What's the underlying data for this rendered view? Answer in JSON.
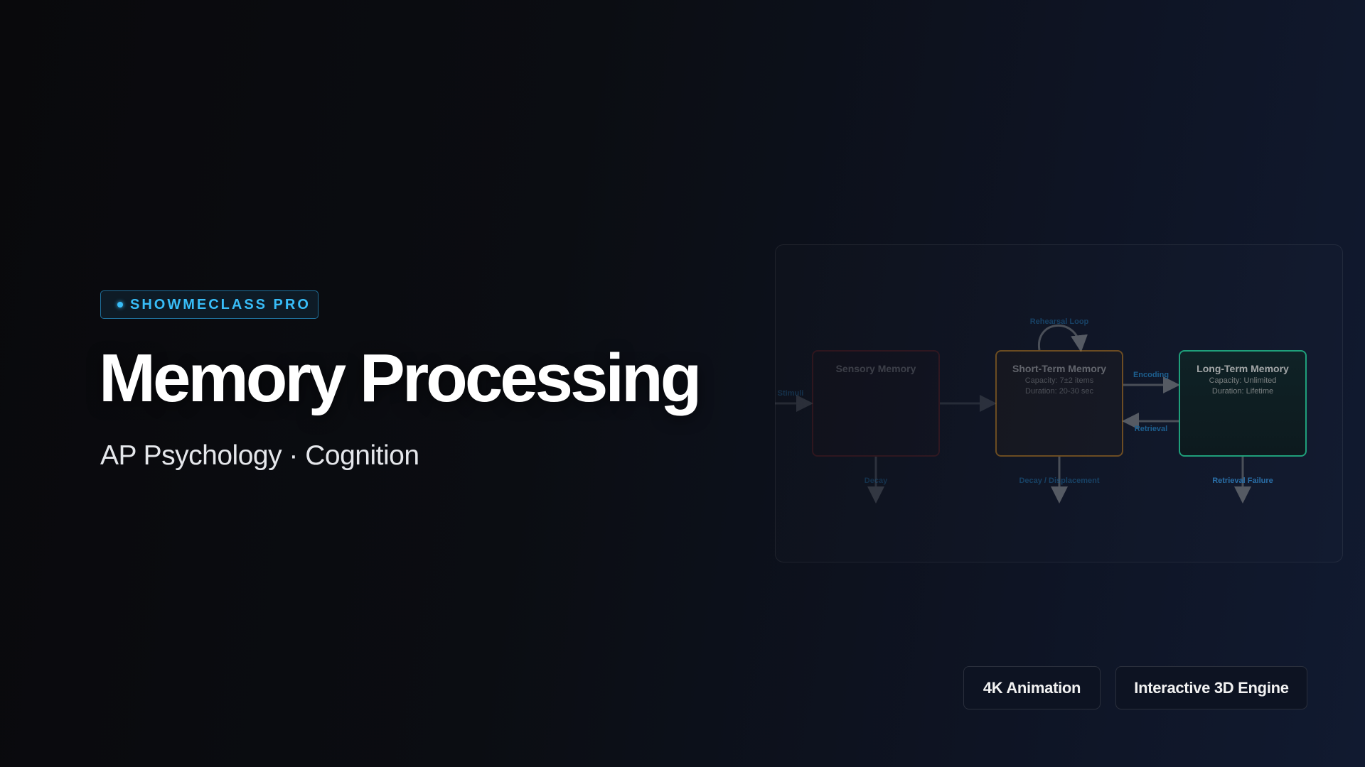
{
  "badge": {
    "label": "SHOWMECLASS PRO",
    "accent": "#38bdf8"
  },
  "title": "Memory Processing",
  "subtitle": "AP Psychology · Cognition",
  "diagram": {
    "input_label": "Stimuli",
    "sensory": {
      "title": "Sensory Memory"
    },
    "stm": {
      "title": "Short-Term Memory",
      "capacity": "Capacity: 7±2 items",
      "duration": "Duration: 20-30 sec"
    },
    "ltm": {
      "title": "Long-Term Memory",
      "capacity": "Capacity: Unlimited",
      "duration": "Duration: Lifetime"
    },
    "rehearsal": "Rehearsal Loop",
    "encoding": "Encoding",
    "retrieval": "Retrieval",
    "decay": "Decay",
    "decay_displacement": "Decay / Displacement",
    "retrieval_failure": "Retrieval Failure"
  },
  "features": [
    "4K Animation",
    "Interactive 3D Engine"
  ]
}
